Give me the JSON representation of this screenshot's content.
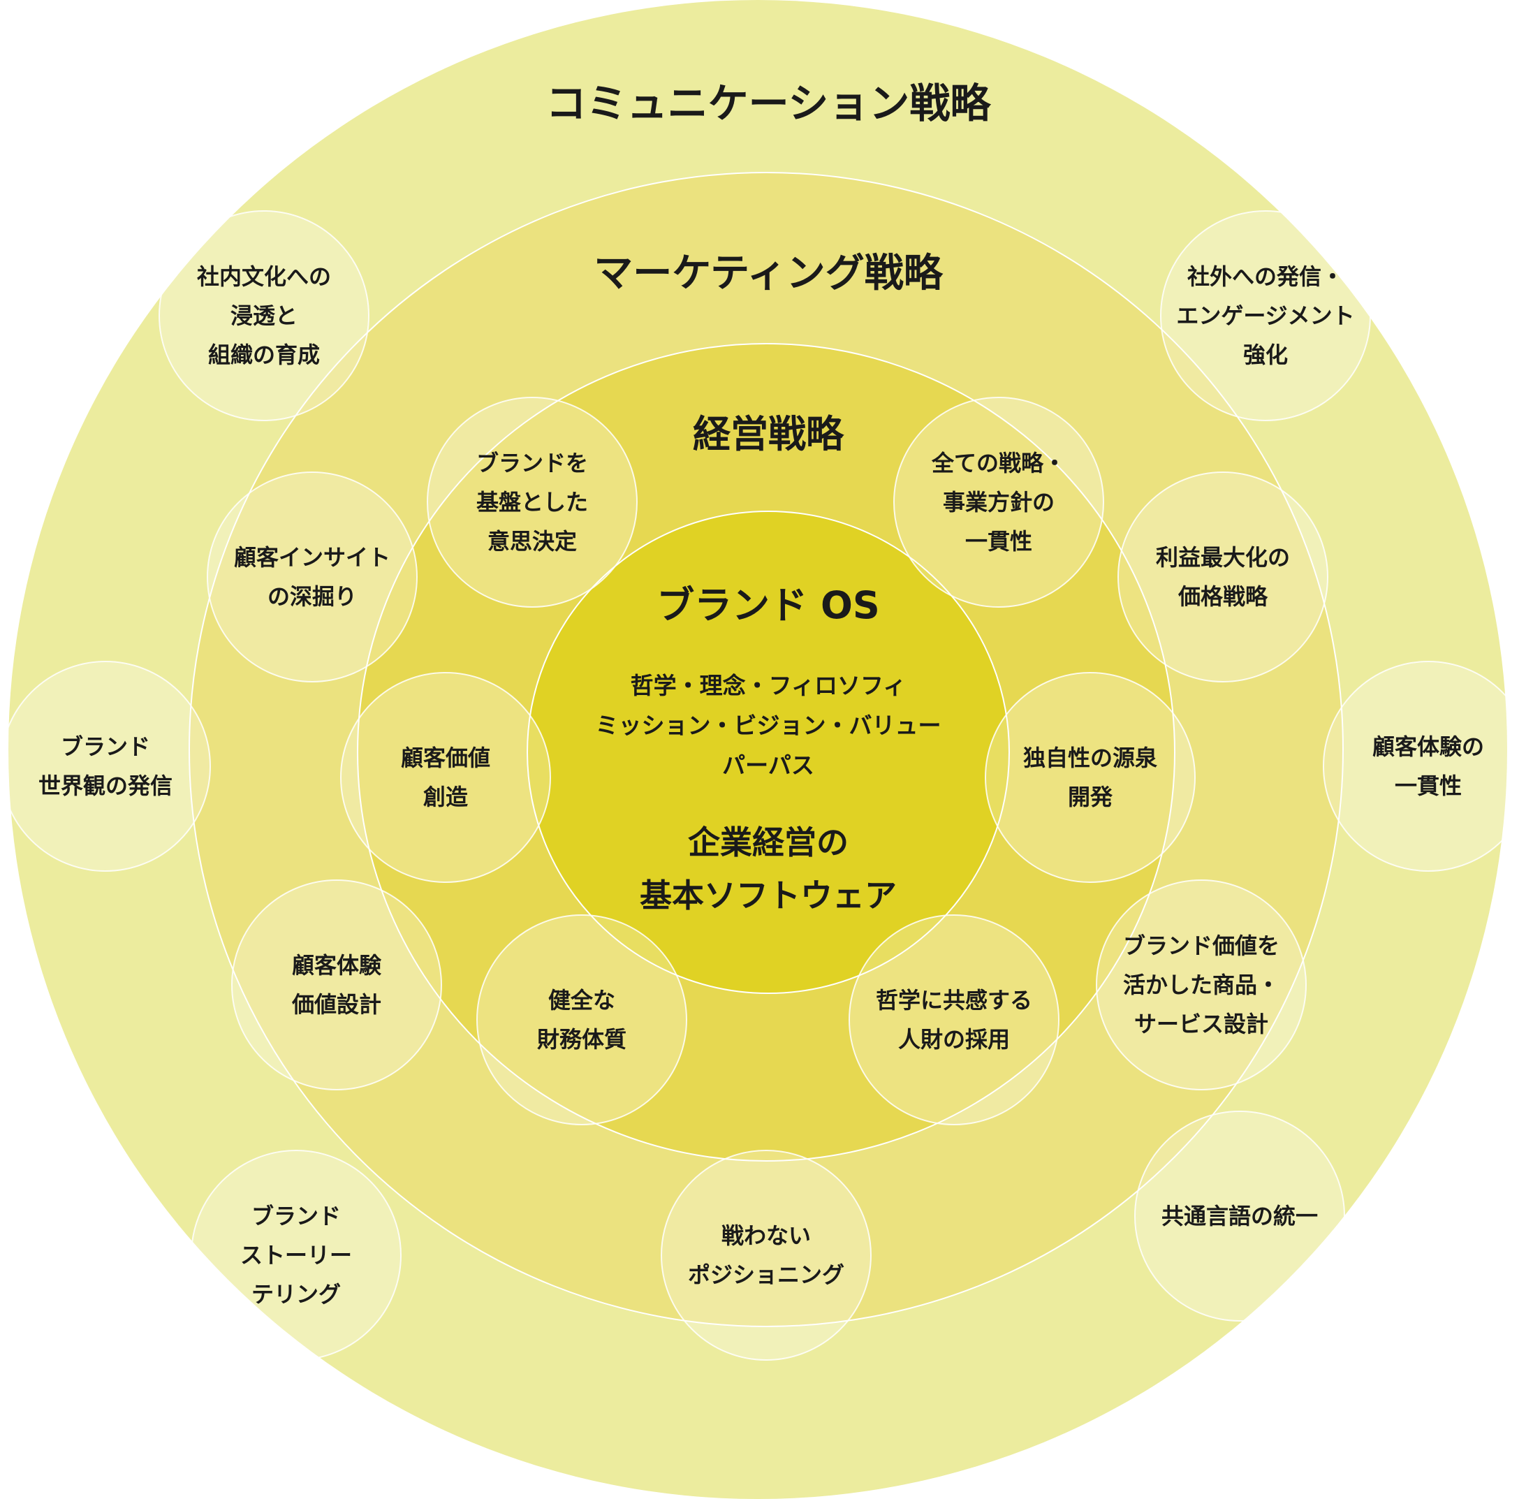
{
  "colors": {
    "outer": "#ecec9e",
    "marketing": "#ebe27f",
    "management": "#e6d851",
    "core": "#e0d224",
    "bubble_fill": "rgba(255,255,255,0.28)",
    "bubble_stroke": "rgba(255,255,255,0.85)",
    "ring_stroke": "#ffffff"
  },
  "rings": {
    "communication": {
      "title": "コミュニケーション戦略"
    },
    "marketing": {
      "title": "マーケティング戦略"
    },
    "management": {
      "title": "経営戦略"
    },
    "core": {
      "title": "ブランド OS",
      "lines": [
        "哲学・理念・フィロソフィ",
        "ミッション・ビジョン・バリュー",
        "パーパス"
      ],
      "subtitle_lines": [
        "企業経営の",
        "基本ソフトウェア"
      ]
    }
  },
  "bubbles": {
    "communication": [
      {
        "lines": [
          "社内文化への",
          "浸透と",
          "組織の育成"
        ]
      },
      {
        "lines": [
          "社外への発信・",
          "エンゲージメント",
          "強化"
        ]
      },
      {
        "lines": [
          "ブランド",
          "世界観の発信"
        ]
      },
      {
        "lines": [
          "顧客体験の",
          "一貫性"
        ]
      },
      {
        "lines": [
          "ブランド",
          "ストーリー",
          "テリング"
        ]
      },
      {
        "lines": [
          "共通言語の統一"
        ]
      }
    ],
    "marketing": [
      {
        "lines": [
          "顧客インサイト",
          "の深掘り"
        ]
      },
      {
        "lines": [
          "利益最大化の",
          "価格戦略"
        ]
      },
      {
        "lines": [
          "顧客体験",
          "価値設計"
        ]
      },
      {
        "lines": [
          "ブランド価値を",
          "活かした商品・",
          "サービス設計"
        ]
      },
      {
        "lines": [
          "戦わない",
          "ポジショニング"
        ]
      }
    ],
    "management": [
      {
        "lines": [
          "ブランドを",
          "基盤とした",
          "意思決定"
        ]
      },
      {
        "lines": [
          "全ての戦略・",
          "事業方針の",
          "一貫性"
        ]
      },
      {
        "lines": [
          "顧客価値",
          "創造"
        ]
      },
      {
        "lines": [
          "独自性の源泉",
          "開発"
        ]
      },
      {
        "lines": [
          "健全な",
          "財務体質"
        ]
      },
      {
        "lines": [
          "哲学に共感する",
          "人財の採用"
        ]
      }
    ]
  }
}
